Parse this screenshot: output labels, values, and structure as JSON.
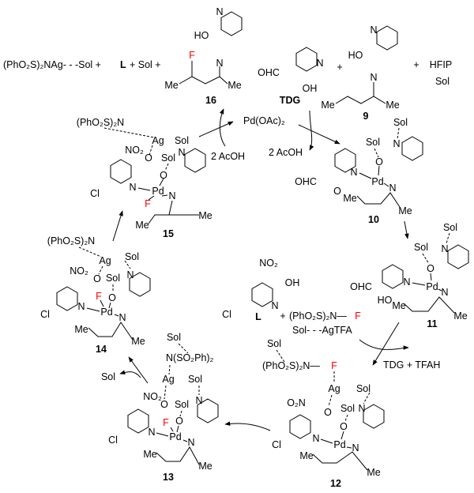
{
  "top": {
    "part1": "(PhO₂S)₂NAg- - -Sol +",
    "L": "L",
    "part2": "+ Sol +"
  },
  "c16": {
    "label": "16",
    "atoms": [
      "N",
      "HO",
      "N",
      "F",
      "Me",
      "Me"
    ]
  },
  "tdg": {
    "label": "TDG",
    "atoms": [
      "OHC",
      "N",
      "OH"
    ]
  },
  "plus1": "+",
  "c9": {
    "label": "9",
    "atoms": [
      "N",
      "HO",
      "N",
      "Me",
      "Me"
    ]
  },
  "hfip": {
    "plus": "+",
    "name": "HFIP",
    "sol": "Sol"
  },
  "reagents": {
    "pd": "Pd(OAc)₂",
    "acoh_left": "2 AcOH",
    "acoh_right": "2 AcOH",
    "tdg_tfah": "TDG + TFAH",
    "sol_released": "Sol"
  },
  "c15": {
    "label": "15",
    "atoms": [
      "(PhO₂S)₂N",
      "Ag",
      "Sol",
      "NO₂",
      "O",
      "Sol",
      "N",
      "O",
      "Cl",
      "N",
      "Pd",
      "N",
      "F",
      "Me",
      "Me"
    ]
  },
  "c10": {
    "label": "10",
    "atoms": [
      "Sol",
      "Sol",
      "N",
      "O",
      "OHC",
      "N",
      "Pd",
      "N",
      "O",
      "Me",
      "Me"
    ]
  },
  "c11": {
    "label": "11",
    "atoms": [
      "Sol",
      "Sol",
      "N",
      "O",
      "OHC",
      "N",
      "Pd",
      "N",
      "HO",
      "Me",
      "Me"
    ]
  },
  "ligL": {
    "label": "L",
    "atoms": [
      "NO₂",
      "OH",
      "N",
      "Cl"
    ]
  },
  "fluor": {
    "plus": "+",
    "nfsi": "(PhO₂S)₂N—",
    "F": "F",
    "agtfa": "Sol- - -AgTFA"
  },
  "c12": {
    "label": "12",
    "atoms": [
      "Sol",
      "(PhO₂S)₂N—",
      "F",
      "Ag",
      "Sol",
      "O₂N",
      "Sol",
      "N",
      "O",
      "O",
      "Cl",
      "N",
      "Pd",
      "N",
      "Me",
      "Me"
    ]
  },
  "c13": {
    "label": "13",
    "atoms": [
      "Sol",
      "N(SO₂Ph)₂",
      "Ag",
      "Sol",
      "NO₂",
      "O",
      "Sol",
      "N",
      "F",
      "O",
      "Cl",
      "N",
      "Pd",
      "N",
      "Me",
      "Me"
    ]
  },
  "c14": {
    "label": "14",
    "atoms": [
      "(PhO₂S)₂N",
      "Ag",
      "Sol",
      "NO₂",
      "O",
      "Sol",
      "N",
      "F",
      "O",
      "Cl",
      "N",
      "Pd",
      "N",
      "Me",
      "Me"
    ]
  },
  "colors": {
    "fluorine": "#ff0000",
    "ink": "#000000"
  }
}
